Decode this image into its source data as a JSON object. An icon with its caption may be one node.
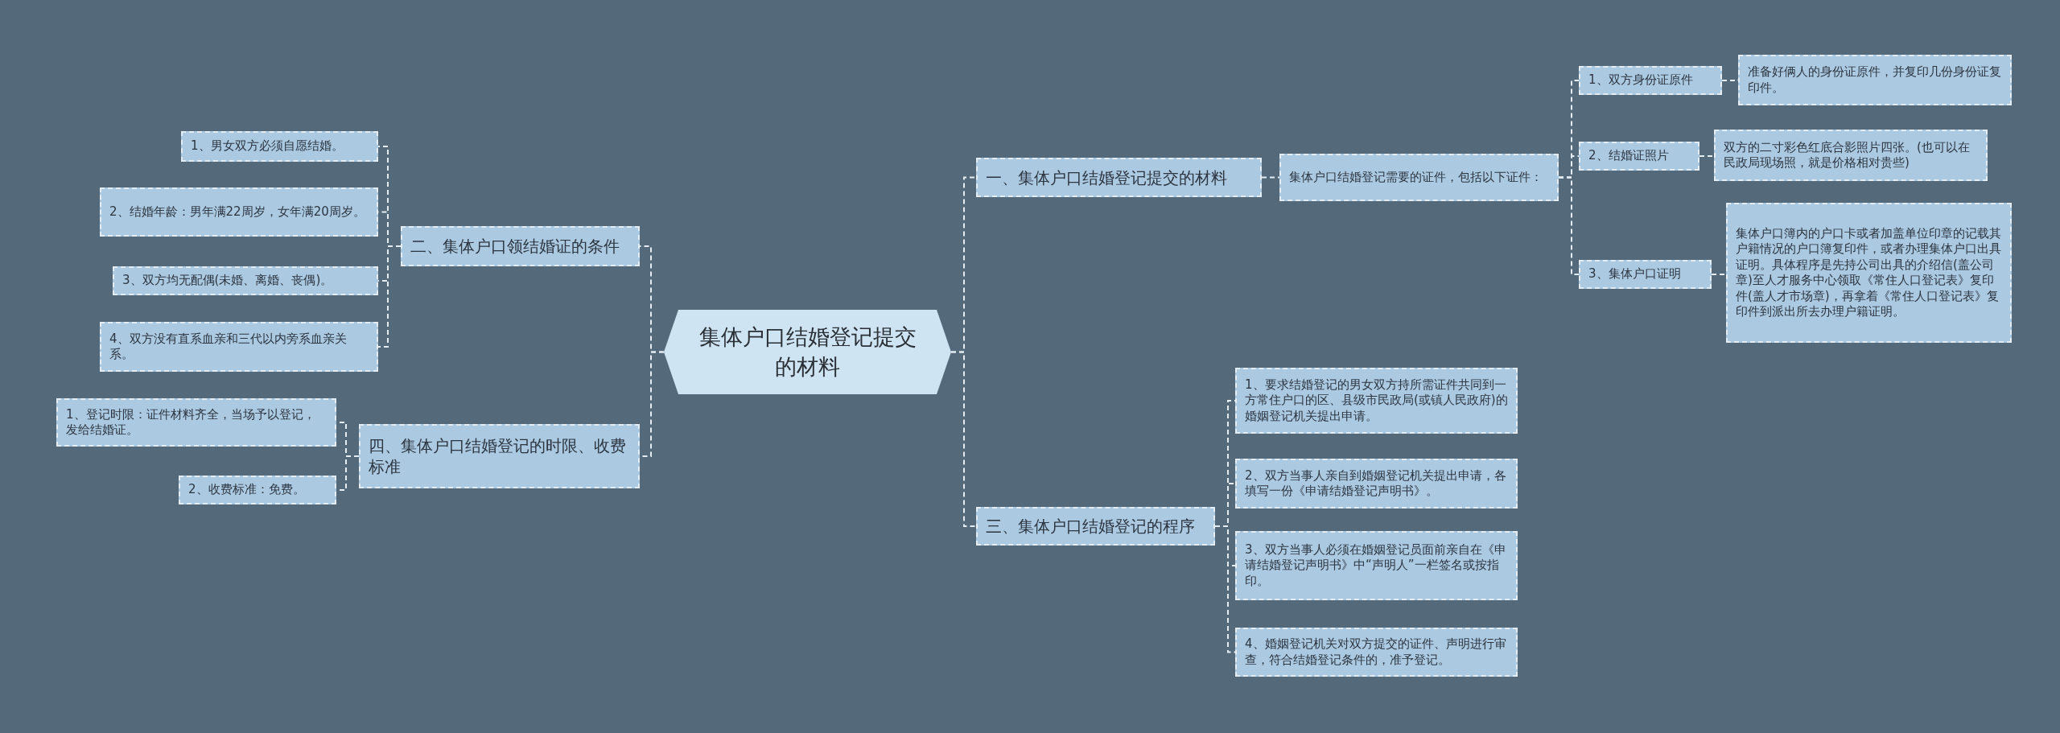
{
  "diagram": {
    "nodes": [
      {
        "text": [
          "集体户口结婚登记提交的材料"
        ]
      },
      {
        "text": [
          "一、集体户口结婚登记提交的材料"
        ]
      },
      {
        "text": [
          "集体户口结婚登记需要的证件，包括以下证件："
        ]
      },
      {
        "text": [
          "1、双方身份证原件"
        ]
      },
      {
        "text": [
          "准备好俩人的身份证原件，并复印几份身份证复印件。"
        ]
      },
      {
        "text": [
          "2、结婚证照片"
        ]
      },
      {
        "text": [
          "双方的二寸彩色红底合影照片四张。(也可以在民政局现场照，就是价格相对贵些)"
        ]
      },
      {
        "text": [
          "3、集体户口证明"
        ]
      },
      {
        "text": [
          "集体户口簿内的户口卡或者加盖单位印章的记载其户籍情况的户口簿复印件，或者办理集体户口出具证明。具体程序是先持公司出具的介绍信(盖公司章)至人才服务中心领取《常住人口登记表》复印件(盖人才市场章)，再拿着《常住人口登记表》复印件到派出所去办理户籍证明。"
        ]
      },
      {
        "text": [
          "三、集体户口结婚登记的程序"
        ]
      },
      {
        "text": [
          "1、要求结婚登记的男女双方持所需证件共同到一方常住户口的区、县级市民政局(或镇人民政府)的婚姻登记机关提出申请。"
        ]
      },
      {
        "text": [
          "2、双方当事人亲自到婚姻登记机关提出申请，各填写一份《申请结婚登记声明书》。"
        ]
      },
      {
        "text": [
          "3、双方当事人必须在婚姻登记员面前亲自在《申请结婚登记声明书》中“声明人”一栏签名或按指印。"
        ]
      },
      {
        "text": [
          "4、婚姻登记机关对双方提交的证件、声明进行审查，符合结婚登记条件的，准予登记。"
        ]
      },
      {
        "text": [
          "二、集体户口领结婚证的条件"
        ]
      },
      {
        "text": [
          "1、男女双方必须自愿结婚。"
        ]
      },
      {
        "text": [
          "2、结婚年龄：男年满22周岁，女年满20周岁。"
        ]
      },
      {
        "text": [
          "3、双方均无配偶(未婚、离婚、丧偶)。"
        ]
      },
      {
        "text": [
          "4、双方没有直系血亲和三代以内旁系血亲关系。"
        ]
      },
      {
        "text": [
          "四、集体户口结婚登记的时限、收费标准"
        ]
      },
      {
        "text": [
          "1、登记时限：证件材料齐全，当场予以登记，发给结婚证。"
        ]
      },
      {
        "text": [
          "2、收费标准：免费。"
        ]
      }
    ],
    "edges": [
      {
        "from": 0,
        "to": 1,
        "arrow": "none"
      },
      {
        "from": 1,
        "to": 2,
        "arrow": "none"
      },
      {
        "from": 2,
        "to": 3,
        "arrow": "none"
      },
      {
        "from": 3,
        "to": 4,
        "arrow": "none"
      },
      {
        "from": 2,
        "to": 5,
        "arrow": "none"
      },
      {
        "from": 5,
        "to": 6,
        "arrow": "none"
      },
      {
        "from": 2,
        "to": 7,
        "arrow": "none"
      },
      {
        "from": 7,
        "to": 8,
        "arrow": "none"
      },
      {
        "from": 0,
        "to": 9,
        "arrow": "none"
      },
      {
        "from": 9,
        "to": 10,
        "arrow": "none"
      },
      {
        "from": 9,
        "to": 11,
        "arrow": "none"
      },
      {
        "from": 9,
        "to": 12,
        "arrow": "none"
      },
      {
        "from": 9,
        "to": 13,
        "arrow": "none"
      },
      {
        "from": 0,
        "to": 14,
        "arrow": "none"
      },
      {
        "from": 14,
        "to": 15,
        "arrow": "none"
      },
      {
        "from": 14,
        "to": 16,
        "arrow": "none"
      },
      {
        "from": 14,
        "to": 17,
        "arrow": "none"
      },
      {
        "from": 14,
        "to": 18,
        "arrow": "none"
      },
      {
        "from": 0,
        "to": 19,
        "arrow": "none"
      },
      {
        "from": 19,
        "to": 20,
        "arrow": "none"
      },
      {
        "from": 19,
        "to": 21,
        "arrow": "none"
      }
    ]
  }
}
